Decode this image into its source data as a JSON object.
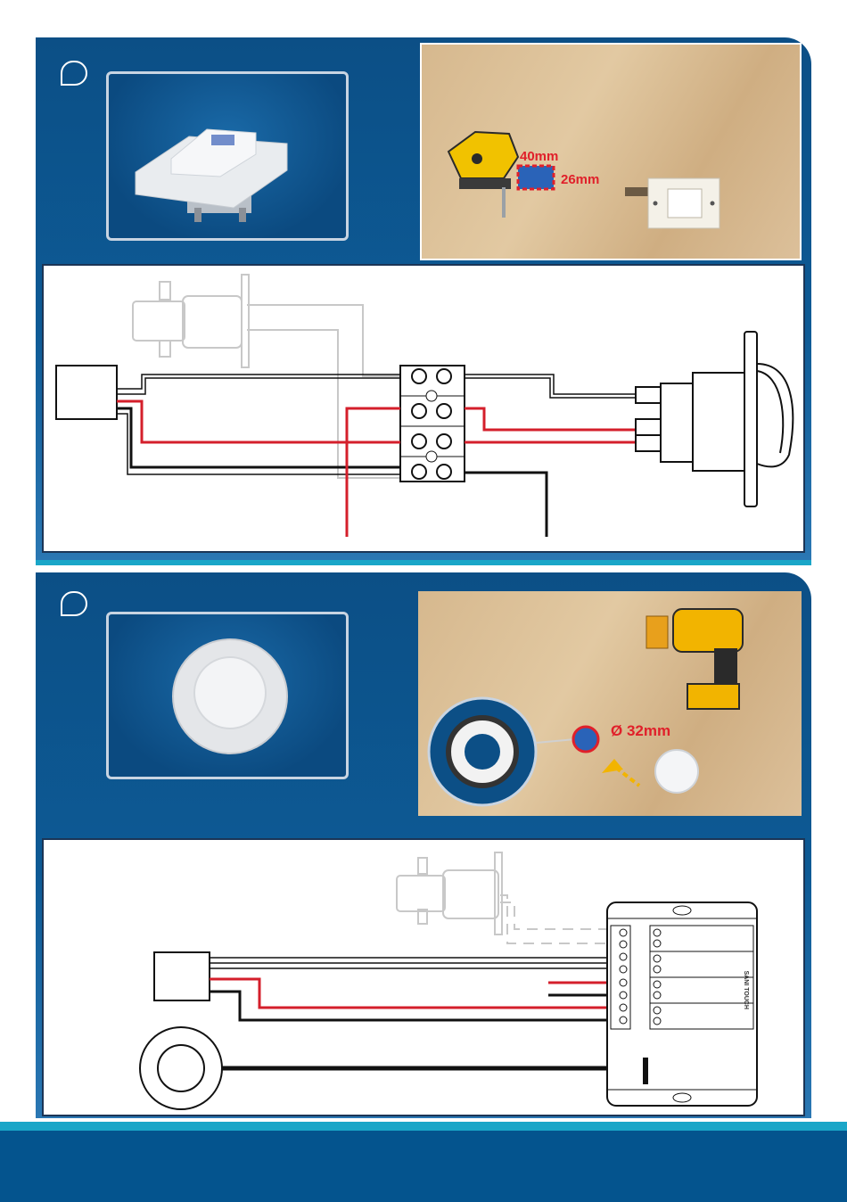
{
  "section1": {
    "cutout_width_label": "40mm",
    "cutout_height_label": "26mm"
  },
  "section2": {
    "hole_diameter_label": "Ø 32mm",
    "box_brand_label": "SANI TOUCH"
  },
  "colors": {
    "panel_blue": "#0c4f86",
    "accent_cyan": "#1aa6c8",
    "wire_red": "#d41f2b",
    "wire_black": "#111111",
    "dimension_red": "#e0202a"
  }
}
